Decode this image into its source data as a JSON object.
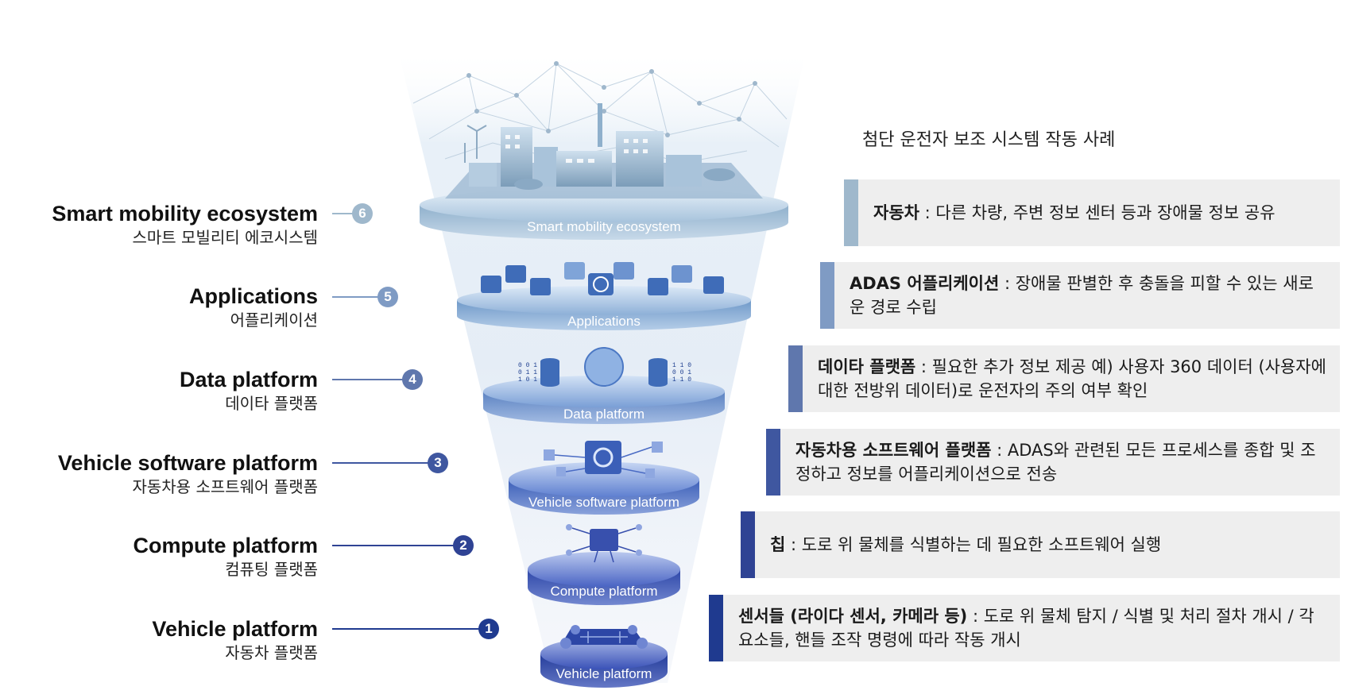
{
  "right_title": "첨단 운전자 보조 시스템 작동 사례",
  "layers": [
    {
      "number": "6",
      "en": "Smart mobility ecosystem",
      "ko": "스마트 모빌리티 에코시스템",
      "disc_label": "Smart mobility ecosystem",
      "desc_bold": "자동차",
      "desc_rest": " : 다른 차량, 주변 정보 센터 등과 장애물 정보 공유",
      "color": "#9fb8cc"
    },
    {
      "number": "5",
      "en": "Applications",
      "ko": "어플리케이션",
      "disc_label": "Applications",
      "desc_bold": "ADAS 어플리케이션",
      "desc_rest": " : 장애물 판별한 후 충돌을 피할 수 있는 새로운 경로 수립",
      "color": "#7f9bc4"
    },
    {
      "number": "4",
      "en": "Data platform",
      "ko": "데이타 플랫폼",
      "disc_label": "Data platform",
      "desc_bold": "데이타 플랫폼",
      "desc_rest": " : 필요한 추가 정보 제공  예) 사용자 360 데이터 (사용자에 대한 전방위 데이터)로 운전자의 주의 여부 확인",
      "color": "#5f77ad"
    },
    {
      "number": "3",
      "en": "Vehicle software platform",
      "ko": "자동차용 소프트웨어 플랫폼",
      "disc_label": "Vehicle software platform",
      "desc_bold": "자동차용 소프트웨어 플랫폼",
      "desc_rest": " : ADAS와 관련된 모든 프로세스를 종합 및 조정하고 정보를 어플리케이션으로 전송",
      "color": "#3f57a0"
    },
    {
      "number": "2",
      "en": "Compute platform",
      "ko": "컴퓨팅 플랫폼",
      "disc_label": "Compute platform",
      "desc_bold": "칩",
      "desc_rest": " : 도로 위 물체를 식별하는 데 필요한 소프트웨어 실행",
      "color": "#2f4394"
    },
    {
      "number": "1",
      "en": "Vehicle platform",
      "ko": "자동차 플랫폼",
      "disc_label": "Vehicle platform",
      "desc_bold": "센서들 (라이다 센서, 카메라 등)",
      "desc_rest": " : 도로 위 물체 탐지 / 식별 및 처리 절차 개시 / 각 요소들, 핸들 조작 명령에 따라 작동 개시",
      "color": "#1f3a8f"
    }
  ]
}
